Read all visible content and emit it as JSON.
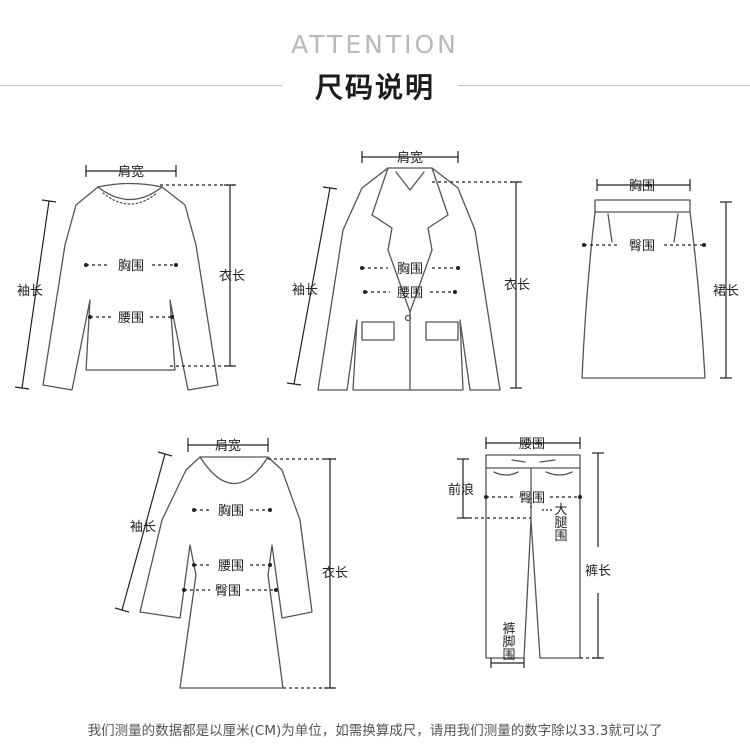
{
  "header": {
    "title_en": "ATTENTION",
    "title_zh": "尺码说明"
  },
  "sweater": {
    "shoulder": "肩宽",
    "chest": "胸围",
    "waist": "腰围",
    "sleeve": "袖长",
    "length": "衣长"
  },
  "jacket": {
    "shoulder": "肩宽",
    "chest": "胸围",
    "waist": "腰围",
    "sleeve": "袖长",
    "length": "衣长"
  },
  "skirt": {
    "chest": "胸围",
    "hip": "臀围",
    "skirt_length": "裙长"
  },
  "dress": {
    "shoulder": "肩宽",
    "chest": "胸围",
    "waist": "腰围",
    "hip": "臀围",
    "sleeve": "袖长",
    "length": "衣长"
  },
  "pants": {
    "waist": "腰围",
    "front_rise": "前浪",
    "hip": "臀围",
    "thigh": "大腿围",
    "pants_length": "裤长",
    "leg_opening": "裤脚围"
  },
  "footer": {
    "note": "我们测量的数据都是以厘米(CM)为单位，如需换算成尺，请用我们测量的数字除以33.3就可以了"
  }
}
